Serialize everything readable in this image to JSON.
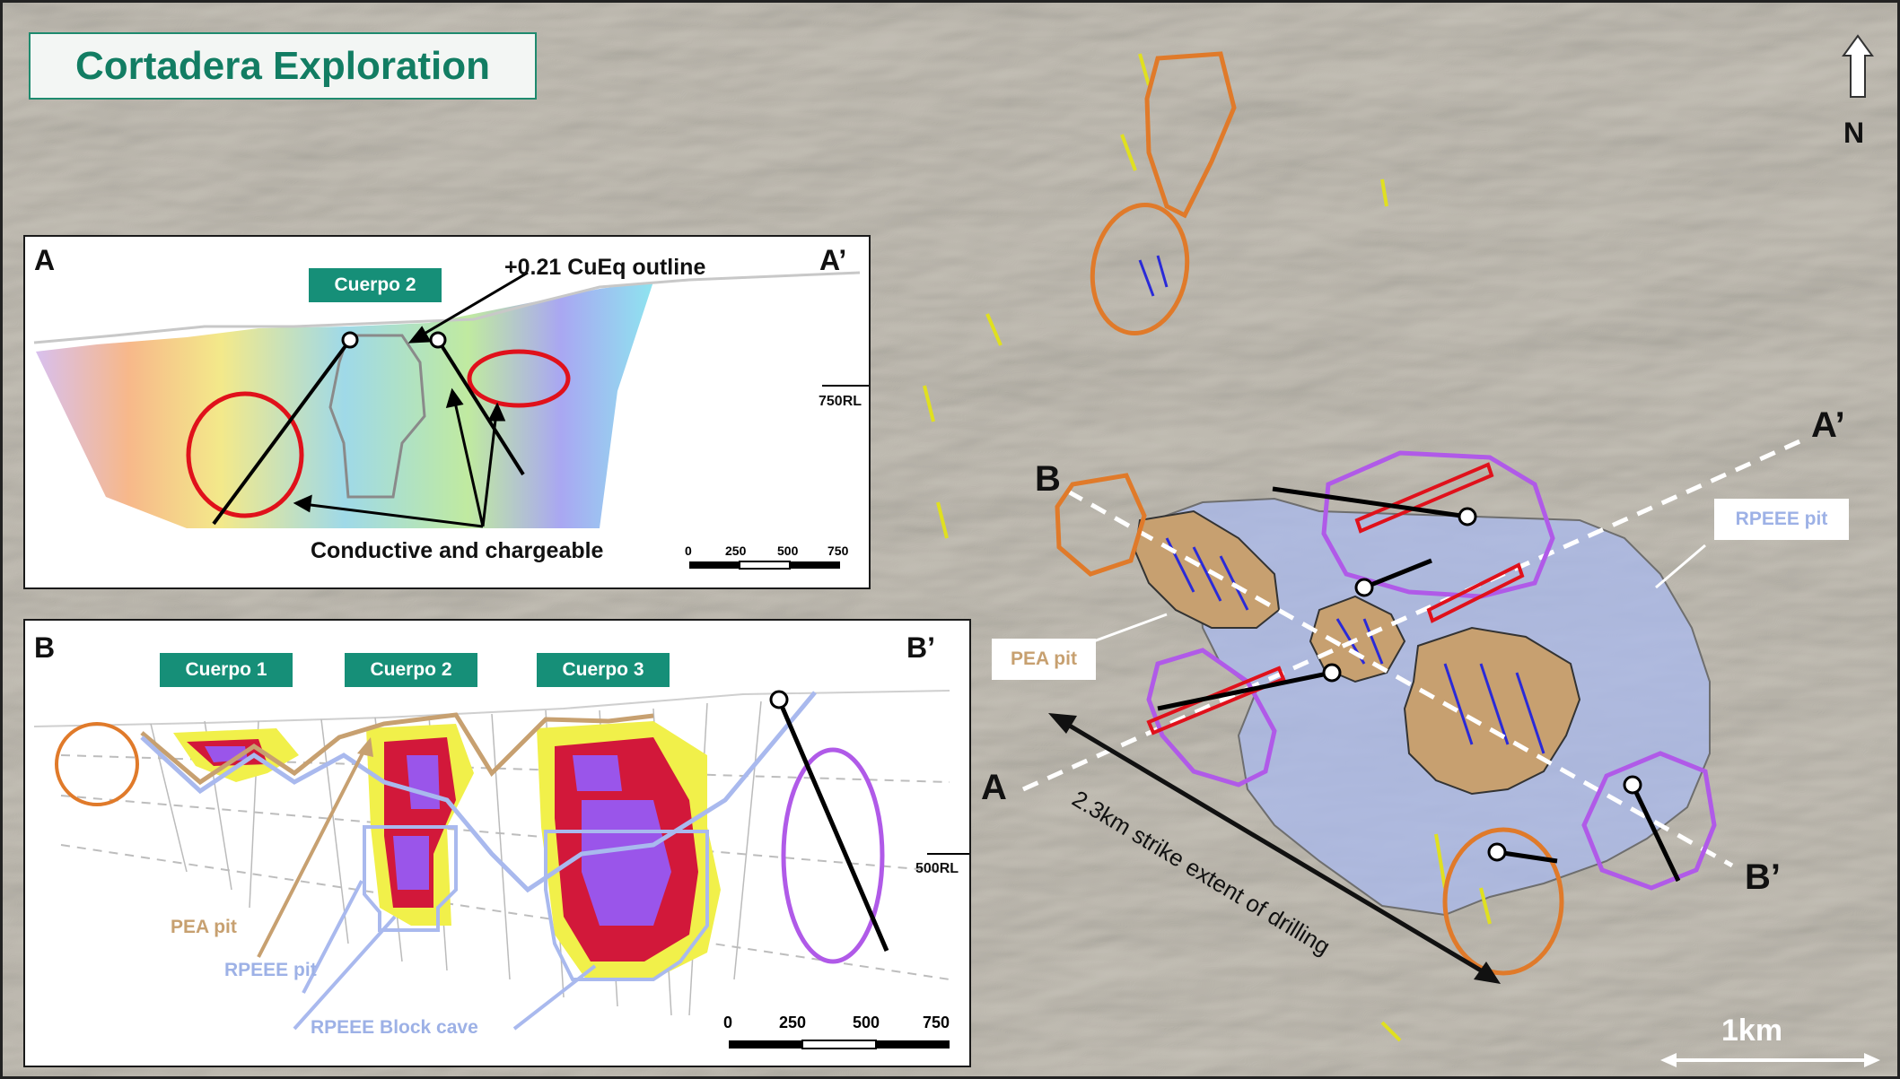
{
  "title": "Cortadera Exploration",
  "north_label": "N",
  "scale_bar_label": "1km",
  "section_a": {
    "start_label": "A",
    "end_label": "A’",
    "cuerpo_label": "Cuerpo 2",
    "outline_label": "+0.21 CuEq outline",
    "anomaly_label": "Conductive and chargeable",
    "rl_label": "750RL",
    "scale_ticks": [
      "0",
      "250",
      "500",
      "750"
    ]
  },
  "section_b": {
    "start_label": "B",
    "end_label": "B’",
    "cuerpo_labels": [
      "Cuerpo 1",
      "Cuerpo 2",
      "Cuerpo 3"
    ],
    "pea_pit_label": "PEA pit",
    "rpeee_pit_label": "RPEEE pit",
    "block_cave_label": "RPEEE Block cave",
    "rl_label": "500RL",
    "scale_ticks": [
      "0",
      "250",
      "500",
      "750"
    ]
  },
  "map": {
    "label_a": "A",
    "label_a_prime": "A’",
    "label_b": "B",
    "label_b_prime": "B’",
    "rpeee_pit_label": "RPEEE pit",
    "pea_pit_label": "PEA pit",
    "strike_label": "2.3km strike extent of drilling"
  },
  "colors": {
    "title_green": "#127d63",
    "cuerpo_teal": "#168f78",
    "target_orange": "#e07a2a",
    "target_purple": "#b05ae8",
    "anomaly_red": "#e0111b",
    "rpeee_blue": "#a9b9ee",
    "pea_tan": "#c7a070"
  }
}
